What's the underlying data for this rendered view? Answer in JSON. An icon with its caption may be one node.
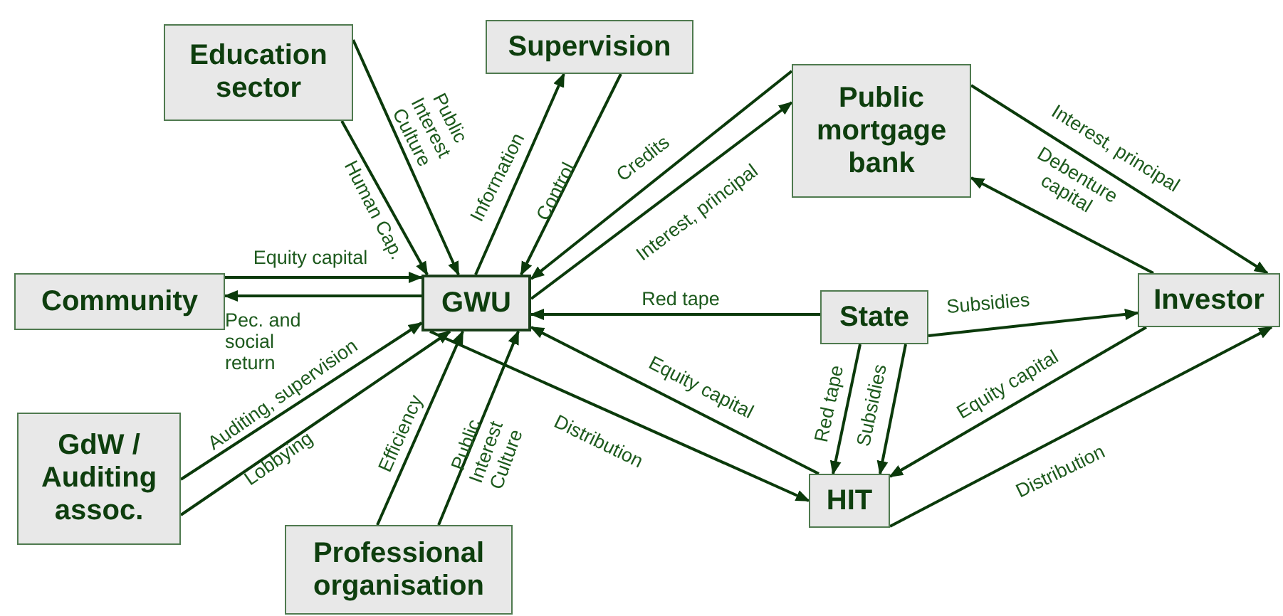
{
  "diagram": {
    "nodes": [
      {
        "text": [
          "Education sector"
        ]
      },
      {
        "text": [
          "Supervision"
        ]
      },
      {
        "text": [
          "Public mortgage bank"
        ]
      },
      {
        "text": [
          "Community"
        ]
      },
      {
        "text": [
          "GWU"
        ]
      },
      {
        "text": [
          "State"
        ]
      },
      {
        "text": [
          "Investor"
        ]
      },
      {
        "text": [
          "GdW / Auditing assoc."
        ]
      },
      {
        "text": [
          "HIT"
        ]
      },
      {
        "text": [
          "Professional organisation"
        ]
      }
    ],
    "edges": [
      {
        "from": 0,
        "to": 4,
        "arrow": "to",
        "label": "Public Interest Culture"
      },
      {
        "from": 0,
        "to": 4,
        "arrow": "to",
        "label": "Human Cap."
      },
      {
        "from": 4,
        "to": 1,
        "arrow": "to",
        "label": "Information"
      },
      {
        "from": 1,
        "to": 4,
        "arrow": "to",
        "label": "Control"
      },
      {
        "from": 2,
        "to": 4,
        "arrow": "to",
        "label": "Credits"
      },
      {
        "from": 4,
        "to": 2,
        "arrow": "to",
        "label": "Interest, principal"
      },
      {
        "from": 2,
        "to": 6,
        "arrow": "to",
        "label": "Interest, principal"
      },
      {
        "from": 6,
        "to": 2,
        "arrow": "to",
        "label": "Debenture capital"
      },
      {
        "from": 3,
        "to": 4,
        "arrow": "to",
        "label": "Equity capital"
      },
      {
        "from": 4,
        "to": 3,
        "arrow": "to",
        "label": "Pec. and social return"
      },
      {
        "from": 5,
        "to": 4,
        "arrow": "to",
        "label": "Red tape"
      },
      {
        "from": 5,
        "to": 6,
        "arrow": "to",
        "label": "Subsidies"
      },
      {
        "from": 8,
        "to": 4,
        "arrow": "to",
        "label": "Equity capital"
      },
      {
        "from": 4,
        "to": 8,
        "arrow": "to",
        "label": "Distribution"
      },
      {
        "from": 5,
        "to": 8,
        "arrow": "to",
        "label": "Red tape"
      },
      {
        "from": 5,
        "to": 8,
        "arrow": "to",
        "label": "Subsidies"
      },
      {
        "from": 6,
        "to": 8,
        "arrow": "to",
        "label": "Equity capital"
      },
      {
        "from": 8,
        "to": 6,
        "arrow": "to",
        "label": "Distribution"
      },
      {
        "from": 7,
        "to": 4,
        "arrow": "to",
        "label": "Auditing, supervision"
      },
      {
        "from": 7,
        "to": 4,
        "arrow": "to",
        "label": "Lobbying"
      },
      {
        "from": 9,
        "to": 4,
        "arrow": "to",
        "label": "Efficiency"
      },
      {
        "from": 9,
        "to": 4,
        "arrow": "to",
        "label": "Public Interest Culture"
      }
    ]
  }
}
